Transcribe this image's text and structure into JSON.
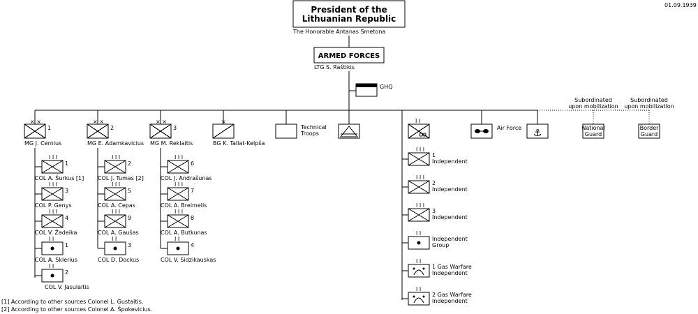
{
  "date": "01.09.1939",
  "top": {
    "title_line1": "President of the",
    "title_line2": "Lithuanian Republic",
    "person": "The Honorable Antanas Smetona"
  },
  "armed_forces": {
    "label": "ARMED FORCES",
    "commander": "LTG  S. Raštikis"
  },
  "ghq": "GHQ",
  "branches": {
    "div1": {
      "number": "1",
      "commander": "MG  J. Cernius"
    },
    "div2": {
      "number": "2",
      "commander": "MG  E. Adamkavicius"
    },
    "div3": {
      "number": "3",
      "commander": "MG  M. Reklaitis"
    },
    "brigade": {
      "commander": "BG  K. Tallat-Kelpša"
    },
    "technical": {
      "line1": "Technical",
      "line2": "Troops"
    },
    "air_force": "Air Force",
    "national_guard": {
      "line1": "National",
      "line2": "Guard",
      "note1": "Subordinated",
      "note2": "upon mobilization"
    },
    "border_guard": {
      "line1": "Border",
      "line2": "Guard",
      "note1": "Subordinated",
      "note2": "upon mobilization"
    }
  },
  "div1_units": [
    {
      "number": "1",
      "commander": "COL  A. Šurkus [1]"
    },
    {
      "number": "3",
      "commander": "COL  P. Genys"
    },
    {
      "number": "4",
      "commander": "COL  V. Žadeika"
    },
    {
      "number": "1",
      "commander": "COL  A. Sklerius"
    },
    {
      "number": "2",
      "commander": "COL  V. Jasulaitis"
    }
  ],
  "div2_units": [
    {
      "number": "2",
      "commander": "COL  J. Tumas [2]"
    },
    {
      "number": "5",
      "commander": "COL  A. Cepas"
    },
    {
      "number": "9",
      "commander": "COL  A. Gaušas"
    },
    {
      "number": "3",
      "commander": "COL  D. Dockus"
    }
  ],
  "div3_units": [
    {
      "number": "6",
      "commander": "COL  J. Andrašunas"
    },
    {
      "number": "7",
      "commander": "COL  A. Breimelis"
    },
    {
      "number": "8",
      "commander": "COL  A. Butkunas"
    },
    {
      "number": "4",
      "commander": "COL  V. Sidzikauskas"
    }
  ],
  "independent_units": [
    {
      "line1": "1",
      "line2": "Independent"
    },
    {
      "line1": "2",
      "line2": "Independent"
    },
    {
      "line1": "3",
      "line2": "Independent"
    },
    {
      "line1": "Independent",
      "line2": "Group"
    },
    {
      "line1": "1 Gas Warfare",
      "line2": "Independent"
    },
    {
      "line1": "2 Gas Warfare",
      "line2": "Independent"
    }
  ],
  "footnotes": [
    "[1] According to other sources Colonel L. Gustaitis.",
    "[2] According to other sources Colonel A. Špokevicius."
  ]
}
